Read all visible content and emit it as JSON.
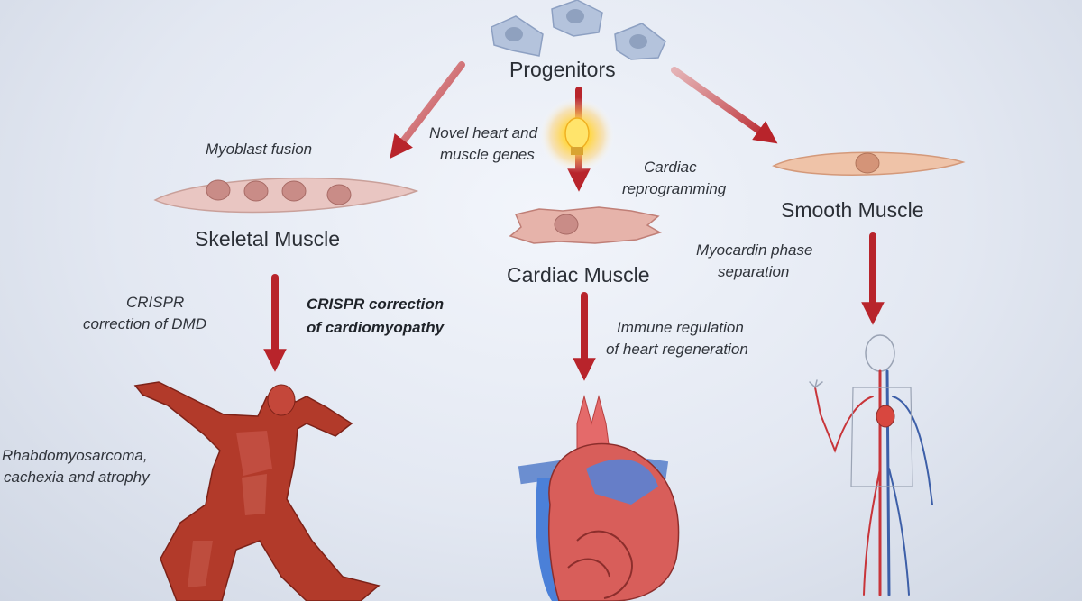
{
  "diagram": {
    "root": "Progenitors",
    "branches": {
      "skeletal": {
        "title": "Skeletal Muscle",
        "process": "Myoblast fusion",
        "note_left": [
          "CRISPR",
          "correction of DMD"
        ],
        "note_right": [
          "CRISPR correction",
          "of cardiomyopathy"
        ],
        "disease": [
          "Rhabdomyosarcoma,",
          "cachexia and atrophy"
        ]
      },
      "cardiac": {
        "title": "Cardiac Muscle",
        "process": [
          "Novel heart and",
          "muscle genes"
        ],
        "reprogramming": [
          "Cardiac",
          "reprogramming"
        ],
        "outcome": [
          "Immune regulation",
          "of heart regeneration"
        ]
      },
      "smooth": {
        "title": "Smooth Muscle",
        "process": [
          "Myocardin phase",
          "separation"
        ]
      }
    },
    "colors": {
      "arrow": "#b8242b",
      "cell_body": "#e9c6c2",
      "nucleus": "#c98c87",
      "progenitor": "#b4c3dc",
      "muscle": "#b23a2a",
      "artery": "#c8353a",
      "vein": "#3d5fa8"
    }
  }
}
